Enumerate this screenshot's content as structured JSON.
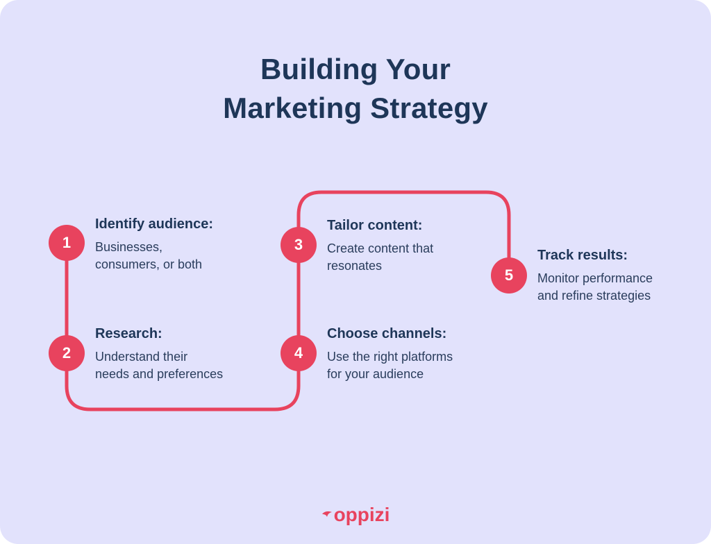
{
  "title": {
    "line1": "Building Your",
    "line2": "Marketing Strategy"
  },
  "colors": {
    "background": "#e2e2fc",
    "accent": "#e8435e",
    "text": "#1e3658"
  },
  "steps": [
    {
      "number": "1",
      "heading": "Identify audience:",
      "desc1": "Businesses,",
      "desc2": "consumers, or both"
    },
    {
      "number": "2",
      "heading": "Research:",
      "desc1": "Understand their",
      "desc2": "needs and preferences"
    },
    {
      "number": "3",
      "heading": "Tailor content:",
      "desc1": "Create content that",
      "desc2": "resonates"
    },
    {
      "number": "4",
      "heading": "Choose channels:",
      "desc1": "Use the right platforms",
      "desc2": "for your audience"
    },
    {
      "number": "5",
      "heading": "Track results:",
      "desc1": "Monitor performance",
      "desc2": "and refine strategies"
    }
  ],
  "logo": {
    "text": "oppizi",
    "icon": "bird-mark-icon"
  }
}
